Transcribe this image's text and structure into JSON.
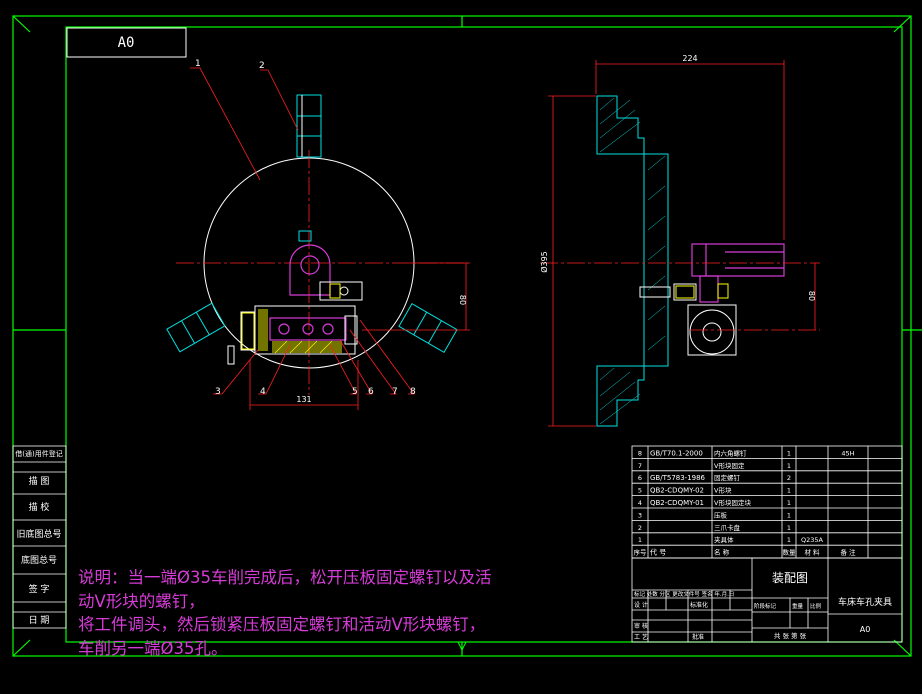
{
  "format_label": "A0",
  "leader_numbers": [
    "1",
    "2",
    "3",
    "4",
    "5",
    "6",
    "7",
    "8"
  ],
  "dimensions": {
    "d131": "131",
    "d224": "224",
    "d80a": "80",
    "d80b": "80",
    "dia395": "Ø395"
  },
  "side_stamp": [
    "借(通)用件登记",
    "描 图",
    "描 校",
    "旧底图总号",
    "底图总号",
    "签 字",
    "日 期"
  ],
  "note_lines": [
    "说明：当一端Ø35车削完成后，松开压板固定螺钉以及活",
    "动V形块的螺钉，",
    "将工件调头，然后锁紧压板固定螺钉和活动V形块螺钉，",
    "车削另一端Ø35孔。"
  ],
  "bom": {
    "rows": [
      {
        "no": "8",
        "code": "GB/T70.1-2000",
        "name": "内六角螺钉",
        "qty": "1",
        "mat": "",
        "note": "45H"
      },
      {
        "no": "7",
        "code": "",
        "name": "V形块固定",
        "qty": "1",
        "mat": "",
        "note": ""
      },
      {
        "no": "6",
        "code": "GB/T5783-1986",
        "name": "固定螺钉",
        "qty": "2",
        "mat": "",
        "note": ""
      },
      {
        "no": "5",
        "code": "QB2-CDQMY-02",
        "name": "V形块",
        "qty": "1",
        "mat": "",
        "note": ""
      },
      {
        "no": "4",
        "code": "QB2-CDQMY-01",
        "name": "V形块固定块",
        "qty": "1",
        "mat": "",
        "note": ""
      },
      {
        "no": "3",
        "code": "",
        "name": "压板",
        "qty": "1",
        "mat": "",
        "note": ""
      },
      {
        "no": "2",
        "code": "",
        "name": "三爪卡盘",
        "qty": "1",
        "mat": "",
        "note": ""
      },
      {
        "no": "1",
        "code": "",
        "name": "夹具体",
        "qty": "1",
        "mat": "Q235A",
        "note": ""
      }
    ],
    "header": {
      "no": "序号",
      "code": "代 号",
      "name": "名 称",
      "qty": "数量",
      "mat": "材 料",
      "note": "备 注"
    }
  },
  "title_block": {
    "drawing_name": "装配图",
    "product": "车床车孔夹具",
    "size": "A0",
    "row_labels": [
      "标记",
      "处数",
      "分区",
      "更改文件号",
      "签名",
      "年.月.日"
    ],
    "design": "设 计",
    "standard": "标准化",
    "stage": "阶段标记",
    "weight": "重量",
    "scale": "比例",
    "check": "审 核",
    "process": "工 艺",
    "approve": "批准",
    "sheets": "共  张  第  张"
  },
  "colors": {
    "frame": "#00ff00",
    "line": "#ffffff",
    "red": "#ff2020",
    "cyan": "#00e0e0",
    "magenta": "#d63cd6",
    "yellow": "#ffff00"
  }
}
